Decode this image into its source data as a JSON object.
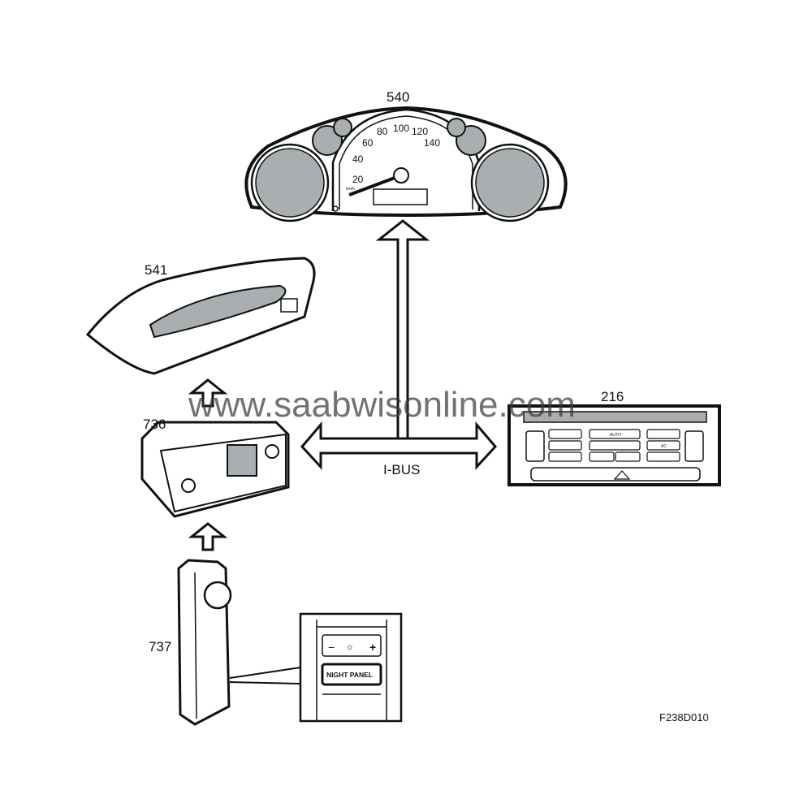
{
  "labels": {
    "instrument_cluster": "540",
    "information_display": "541",
    "climate_panel": "216",
    "audio_unit": "736",
    "light_switch": "737",
    "bus": "I-BUS",
    "figure_code": "F238D010"
  },
  "speedometer": {
    "ticks": [
      "20",
      "40",
      "60",
      "80",
      "100",
      "120",
      "140"
    ],
    "unit": "km/h"
  },
  "climate_buttons": {
    "auto": "AUTO",
    "ac": "AC"
  },
  "detail": {
    "night_panel": "NIGHT PANEL",
    "minus": "−",
    "plus": "+"
  },
  "watermark": "www.saabwisonline.com",
  "colors": {
    "line": "#111111",
    "gray_fill": "#a9afb0",
    "background": "#ffffff"
  }
}
